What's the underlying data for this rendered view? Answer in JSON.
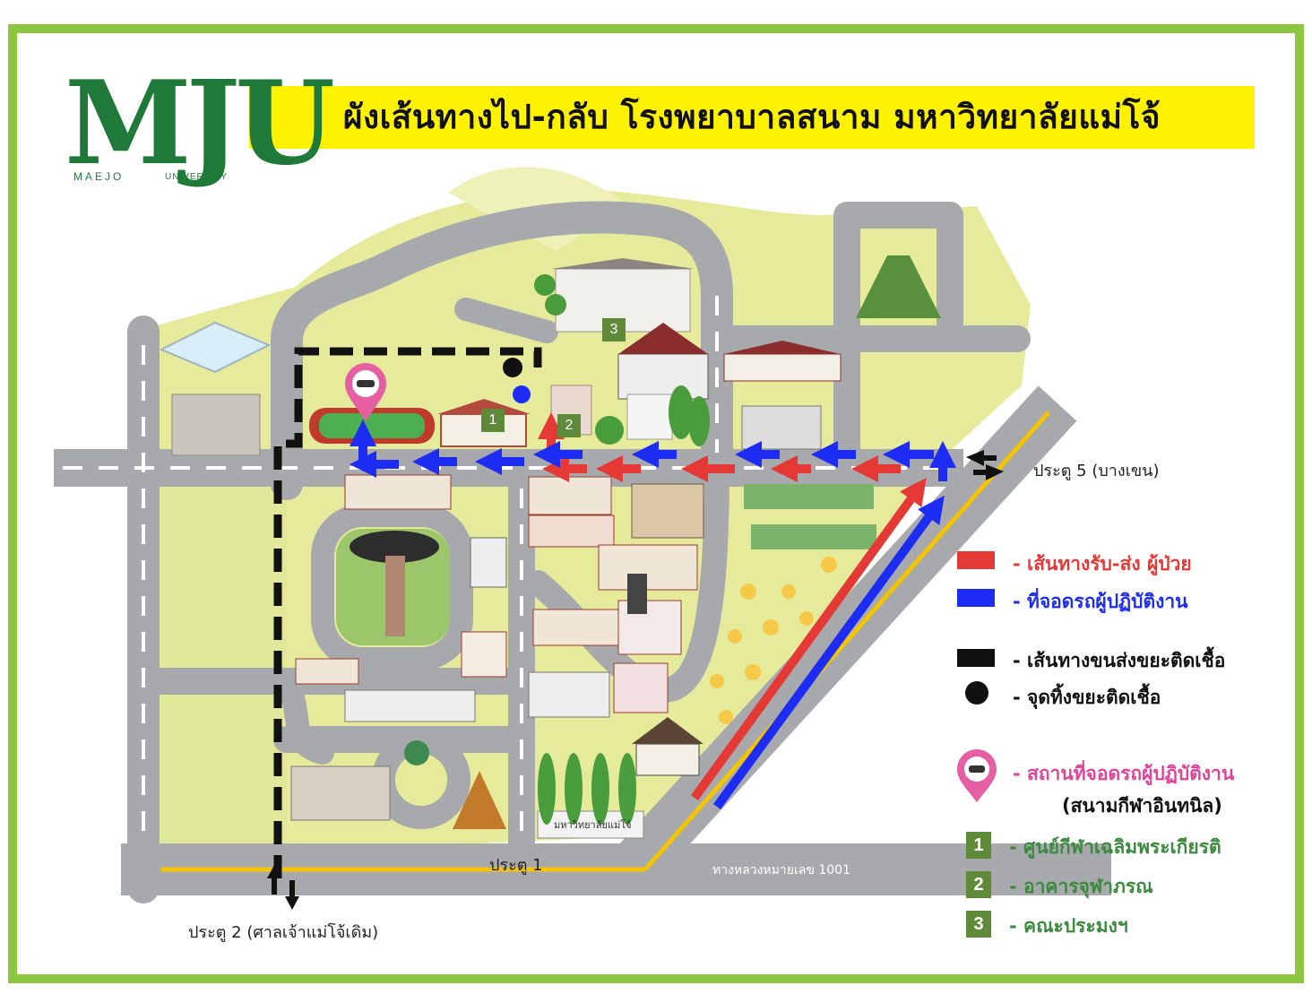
{
  "title": "ผังเส้นทางไป-กลับ โรงพยาบาลสนาม มหาวิทยาลัยแม่โจ้",
  "logo": {
    "mark": "MJU",
    "sub_left": "MAEJO",
    "sub_right": "UNIVERSITY"
  },
  "map_labels": {
    "gate5": "ประตู 5 (บางเขน)",
    "gate1": "ประตู 1",
    "gate2": "ประตู 2 (ศาลเจ้าแม่โจ้เดิม)",
    "highway": "ทางหลวงหมายเลข 1001",
    "campus_sign": "มหาวิทยาลัยแม่โจ้"
  },
  "building_numbers": [
    "1",
    "2",
    "3"
  ],
  "legend": [
    {
      "key": "red-route",
      "text": "- เส้นทางรับ-ส่ง ผู้ป่วย",
      "color": "#e53935"
    },
    {
      "key": "blue-parking",
      "text": "- ที่จอดรถผู้ปฏิบัติงาน",
      "color": "#1d2cf3"
    },
    {
      "key": "black-waste-route",
      "text": "- เส้นทางขนส่งขยะติดเชื้อ",
      "color": "#111111"
    },
    {
      "key": "black-dot",
      "text": "- จุดทิ้งขยะติดเชื้อ",
      "color": "#111111"
    },
    {
      "key": "pink-pin",
      "text": "- สถานที่จอดรถผู้ปฏิบัติงาน",
      "sub": "(สนามกีฬาอินทนิล)",
      "color": "#e0449a"
    }
  ],
  "numbered_places": [
    {
      "num": "1",
      "text": "- ศูนย์กีฬาเฉลิมพระเกียรติ"
    },
    {
      "num": "2",
      "text": "- อาคารจุฬาภรณ"
    },
    {
      "num": "3",
      "text": "- คณะประมงฯ"
    }
  ],
  "colors": {
    "frame": "#8dc63f",
    "title_band": "#fff200",
    "brand_green": "#1f7a3a",
    "road": "#a7a9ac",
    "grass": "#e6eb9c",
    "route_red": "#e53935",
    "route_blue": "#1d2cf3"
  },
  "icons": [
    "car-pin-icon",
    "two-way-arrow-icon"
  ]
}
